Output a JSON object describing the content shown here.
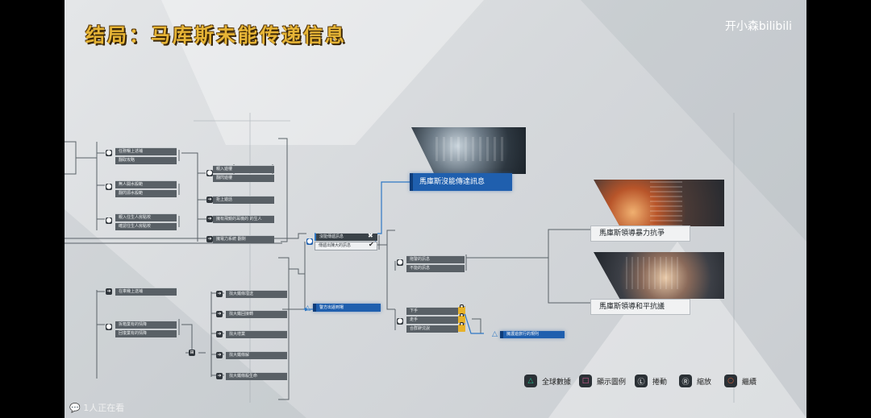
{
  "title": "结局：马库斯未能传递信息",
  "watermark": "开小森bilibili",
  "viewer": {
    "icon": "chat-icon",
    "text": "1人正在看"
  },
  "left_tree": {
    "top_group": [
      [
        "任務暢上述補",
        "翻取攻略"
      ],
      [
        "無人開水般範",
        "翻閃源水般範"
      ],
      [
        "親入住生人房點校",
        "確認住生人房點校"
      ]
    ],
    "top_right": [
      [
        "親入遊樓",
        "翻閃遊樓"
      ],
      [
        "拒上遊話"
      ],
      [
        "擁有飛鏡的耳機的 的生人"
      ],
      [
        "擁電力系統 翻剩"
      ]
    ],
    "mid_group": [
      "在車幾上送補",
      "拆箱業有的情降",
      "回復業有的情降"
    ],
    "mid_right": [
      "找大鐵條埋送",
      "找大鐵回接轉",
      "找大增業",
      "找大鐵條解",
      "找大鐵條殺生命"
    ]
  },
  "center": {
    "choice": {
      "option1": "沒能傳遞訊息",
      "option2": "傳遞出陳大的訊息",
      "icons": [
        "x-icon",
        "check-icon"
      ]
    },
    "police": "警方出逼到場",
    "branch_a": [
      "拖警的訊息",
      "不能的訊息"
    ],
    "branch_b": [
      "下手",
      "走手",
      "合群辭沈說"
    ],
    "lower_tag": "擁護遊旅行的規則"
  },
  "outcome_main": "馬庫斯沒能傳達訊息",
  "endings": [
    "馬庫斯領導暴力抗爭",
    "馬庫斯領導和平抗議"
  ],
  "controls": [
    {
      "label": "全球數據",
      "icon": "triangle-icon",
      "color": "#1fbf8f"
    },
    {
      "label": "顯示圖例",
      "icon": "square-icon",
      "color": "#e0609a"
    },
    {
      "label": "捲動",
      "icon": "L-button-icon",
      "color": "#ffffff"
    },
    {
      "label": "縮放",
      "icon": "R-button-icon",
      "color": "#ffffff"
    },
    {
      "label": "繼續",
      "icon": "circle-icon",
      "color": "#e0603a"
    }
  ],
  "colors": {
    "accent": "#1f5fae",
    "title": "#e7b536",
    "lock": "#e7b22a"
  }
}
